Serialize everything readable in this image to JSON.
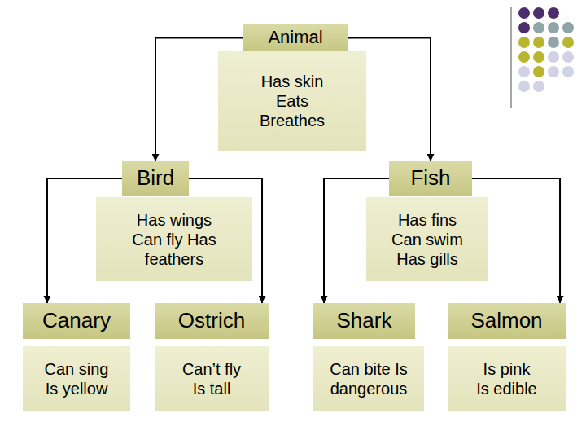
{
  "diagram": {
    "nodes": [
      {
        "text": [
          "Animal",
          "Has skin Eats Breathes"
        ]
      },
      {
        "text": [
          "Bird",
          "Has wings Can fly Has feathers"
        ]
      },
      {
        "text": [
          "Fish",
          "Has fins Can swim Has gills"
        ]
      },
      {
        "text": [
          "Canary",
          "Can sing Is yellow"
        ]
      },
      {
        "text": [
          "Ostrich",
          "Can’t fly Is tall"
        ]
      },
      {
        "text": [
          "Shark",
          "Can bite Is dangerous"
        ]
      },
      {
        "text": [
          "Salmon",
          "Is pink Is edible"
        ]
      }
    ],
    "edges": [
      {
        "from": 0,
        "to": 1,
        "arrow": "to"
      },
      {
        "from": 0,
        "to": 2,
        "arrow": "to"
      },
      {
        "from": 1,
        "to": 3,
        "arrow": "to"
      },
      {
        "from": 1,
        "to": 4,
        "arrow": "to"
      },
      {
        "from": 2,
        "to": 5,
        "arrow": "to"
      },
      {
        "from": 2,
        "to": 6,
        "arrow": "to"
      }
    ]
  }
}
